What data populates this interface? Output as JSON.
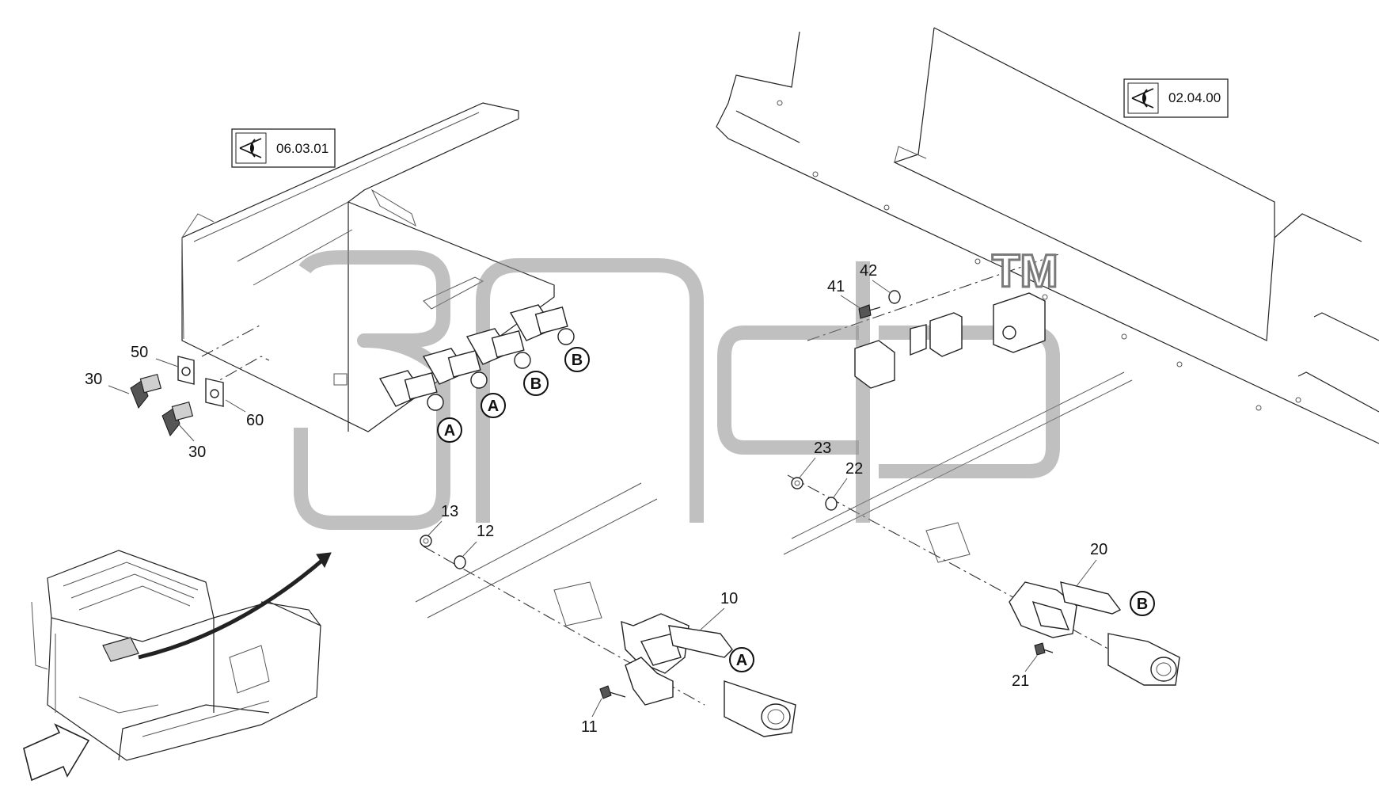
{
  "references": [
    {
      "id": "ref-06",
      "code": "06.03.01",
      "icon": "eye-view-icon"
    },
    {
      "id": "ref-02",
      "code": "02.04.00",
      "icon": "eye-view-icon"
    }
  ],
  "part_labels": {
    "p50": "50",
    "p30a": "30",
    "p30b": "30",
    "p60": "60",
    "p41": "41",
    "p42": "42",
    "p23": "23",
    "p22": "22",
    "p13": "13",
    "p12": "12",
    "p10": "10",
    "p11": "11",
    "p20": "20",
    "p21": "21"
  },
  "callouts": {
    "c1": "A",
    "c2": "A",
    "c3": "B",
    "c4": "B",
    "c5": "A",
    "c6": "B"
  },
  "watermark": {
    "trademark": "TM"
  },
  "colors": {
    "line": "#222222",
    "watermark": "#8d8d8d",
    "background": "#ffffff"
  }
}
